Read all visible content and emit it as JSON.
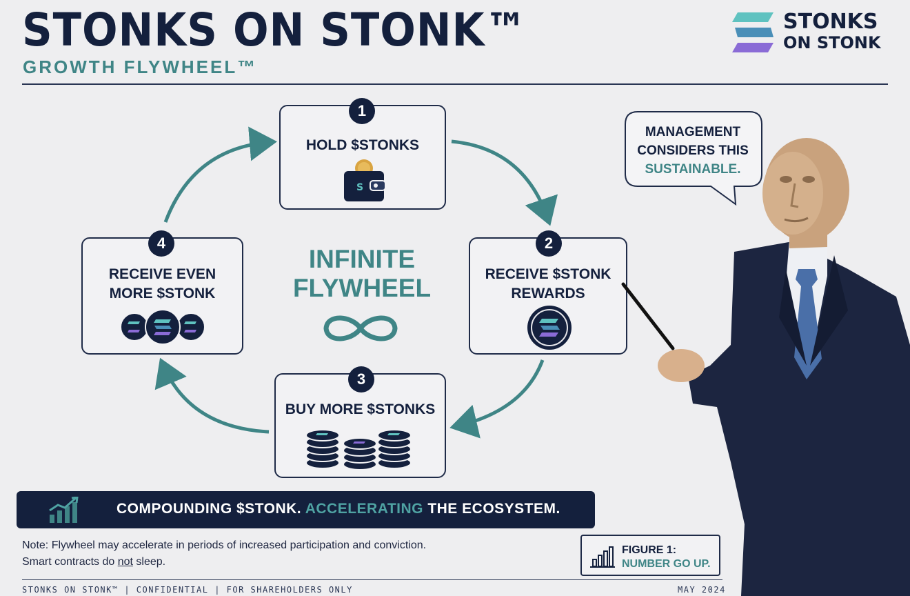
{
  "header": {
    "title": "STONKS ON STONK™",
    "subtitle": "GROWTH FLYWHEEL™"
  },
  "logo": {
    "line1": "STONKS",
    "line2": "ON STONK",
    "mark_icon": "stacked-s-logo-icon"
  },
  "flywheel": {
    "center_title": "INFINITE\nFLYWHEEL",
    "center_icon": "infinity-icon",
    "steps": [
      {
        "number": "1",
        "label": "HOLD $STONKS",
        "icon": "wallet-icon"
      },
      {
        "number": "2",
        "label": "RECEIVE $STONK\nREWARDS",
        "icon": "coin-icon"
      },
      {
        "number": "3",
        "label": "BUY MORE $STONKS",
        "icon": "coin-stacks-icon"
      },
      {
        "number": "4",
        "label": "RECEIVE EVEN\nMORE $STONK",
        "icon": "coins-row-icon"
      }
    ]
  },
  "speech_bubble": {
    "line1": "MANAGEMENT",
    "line2": "CONSIDERS THIS",
    "line3": "SUSTAINABLE."
  },
  "banner": {
    "text_part1": "COMPOUNDING $STONK. ",
    "text_highlight": "ACCELERATING",
    "text_part2": " THE ECOSYSTEM.",
    "icon": "growth-chart-icon"
  },
  "note": {
    "line1": "Note: Flywheel may accelerate in periods of increased participation and conviction.",
    "line2_before": "Smart contracts do ",
    "line2_underlined": "not",
    "line2_after": " sleep."
  },
  "figure_caption": {
    "line1": "FIGURE 1:",
    "line2": "NUMBER GO UP.",
    "icon": "bar-chart-icon"
  },
  "footer": {
    "left": "STONKS ON STONK™  |  CONFIDENTIAL  |  FOR SHAREHOLDERS ONLY",
    "date": "MAY 2024"
  },
  "colors": {
    "navy": "#14203d",
    "teal": "#3f8586",
    "background": "#eeeef0"
  }
}
